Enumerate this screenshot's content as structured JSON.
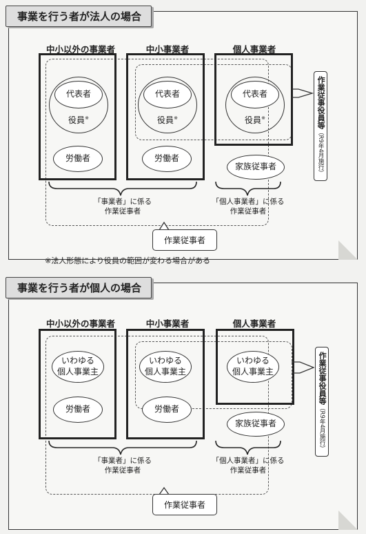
{
  "panel1": {
    "title": "事業を行う者が法人の場合",
    "col1": "中小以外の事業者",
    "col2": "中小事業者",
    "col3": "個人事業者",
    "daihyo": "代表者",
    "yakuin": "役員",
    "mark": "※",
    "rodo": "労働者",
    "kazoku": "家族従事者",
    "side_label": "作業従事役員等",
    "side_sub": "（R9年4月施行）",
    "brace_left": [
      "「事業者」に係る",
      "作業従事者"
    ],
    "brace_right": [
      "「個人事業者」に係る",
      "作業従事者"
    ],
    "callout": "作業従事者",
    "note": "※法人形態により役員の範囲が変わる場合がある"
  },
  "panel2": {
    "title": "事業を行う者が個人の場合",
    "col1": "中小以外の事業者",
    "col2": "中小事業者",
    "col3": "個人事業者",
    "owner": [
      "いわゆる",
      "個人事業主"
    ],
    "rodo": "労働者",
    "kazoku": "家族従事者",
    "side_label": "作業従事役員等",
    "side_sub": "（R9年4月施行）",
    "brace_left": [
      "「事業者」に係る",
      "作業従事者"
    ],
    "brace_right": [
      "「個人事業者」に係る",
      "作業従事者"
    ],
    "callout": "作業従事者"
  }
}
